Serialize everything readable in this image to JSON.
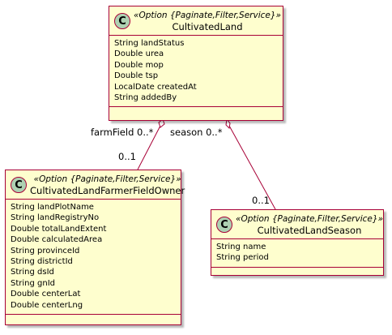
{
  "classes": [
    {
      "icon": "C",
      "stereotype": "«Option {Paginate,Filter,Service}»",
      "name": "CultivatedLand",
      "attributes": [
        "String landStatus",
        "Double urea",
        "Double mop",
        "Double tsp",
        "LocalDate createdAt",
        "String addedBy"
      ]
    },
    {
      "icon": "C",
      "stereotype": "«Option {Paginate,Filter,Service}»",
      "name": "CultivatedLandFarmerFieldOwner",
      "attributes": [
        "String landPlotName",
        "String landRegistryNo",
        "Double totalLandExtent",
        "Double calculatedArea",
        "String provinceId",
        "String districtId",
        "String dsId",
        "String gnId",
        "Double centerLat",
        "Double centerLng"
      ]
    },
    {
      "icon": "C",
      "stereotype": "«Option {Paginate,Filter,Service}»",
      "name": "CultivatedLandSeason",
      "attributes": [
        "String name",
        "String period"
      ]
    }
  ],
  "relations": [
    {
      "from": "CultivatedLand",
      "to": "CultivatedLandFarmerFieldOwner",
      "from_label": "farmField 0..*",
      "to_label": "0..1",
      "type": "aggregation"
    },
    {
      "from": "CultivatedLand",
      "to": "CultivatedLandSeason",
      "from_label": "season 0..*",
      "to_label": "0..1",
      "type": "aggregation"
    }
  ],
  "colors": {
    "class_fill": "#FEFECE",
    "border": "#A80036",
    "icon_fill": "#ADD1B2"
  }
}
